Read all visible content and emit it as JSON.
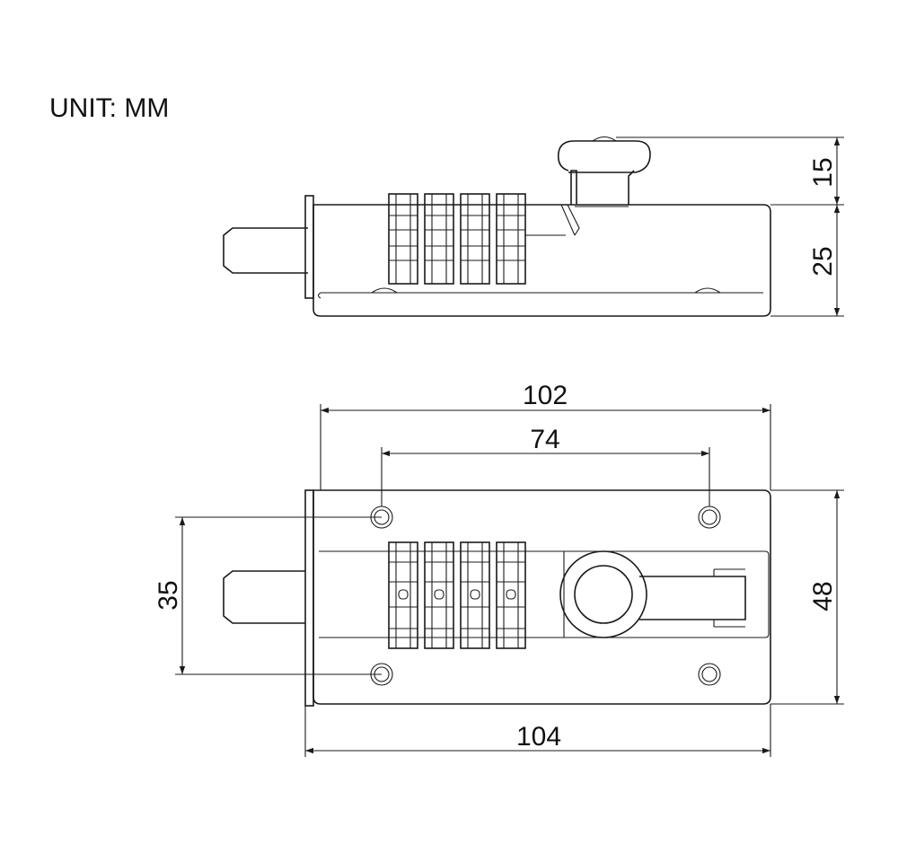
{
  "unit_label": "UNIT: MM",
  "dimensions": {
    "side_knob_height": "15",
    "side_body_height": "25",
    "top_overall_width": "102",
    "top_hole_spacing": "74",
    "top_hole_vertical_spacing": "35",
    "top_body_height": "48",
    "bottom_overall_length": "104"
  },
  "colors": {
    "line": "#1a1a1a",
    "background": "#ffffff"
  }
}
